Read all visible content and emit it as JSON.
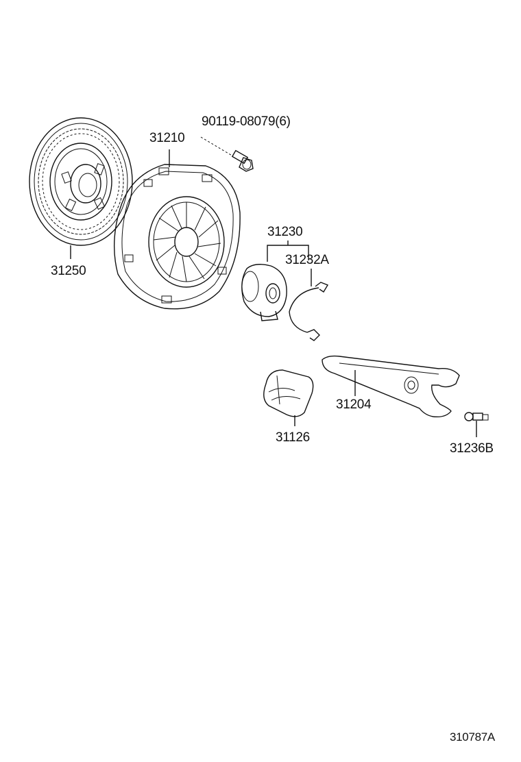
{
  "parts": [
    {
      "id": "bolt",
      "label": "90119-08079(6)"
    },
    {
      "id": "clutch-cover",
      "label": "31210"
    },
    {
      "id": "clutch-disc",
      "label": "31250"
    },
    {
      "id": "release-bearing",
      "label": "31230"
    },
    {
      "id": "bearing-clip",
      "label": "31232A"
    },
    {
      "id": "release-fork",
      "label": "31204"
    },
    {
      "id": "fork-boot",
      "label": "31126"
    },
    {
      "id": "pivot-ball",
      "label": "31236B"
    }
  ],
  "figure_code": "310787A"
}
